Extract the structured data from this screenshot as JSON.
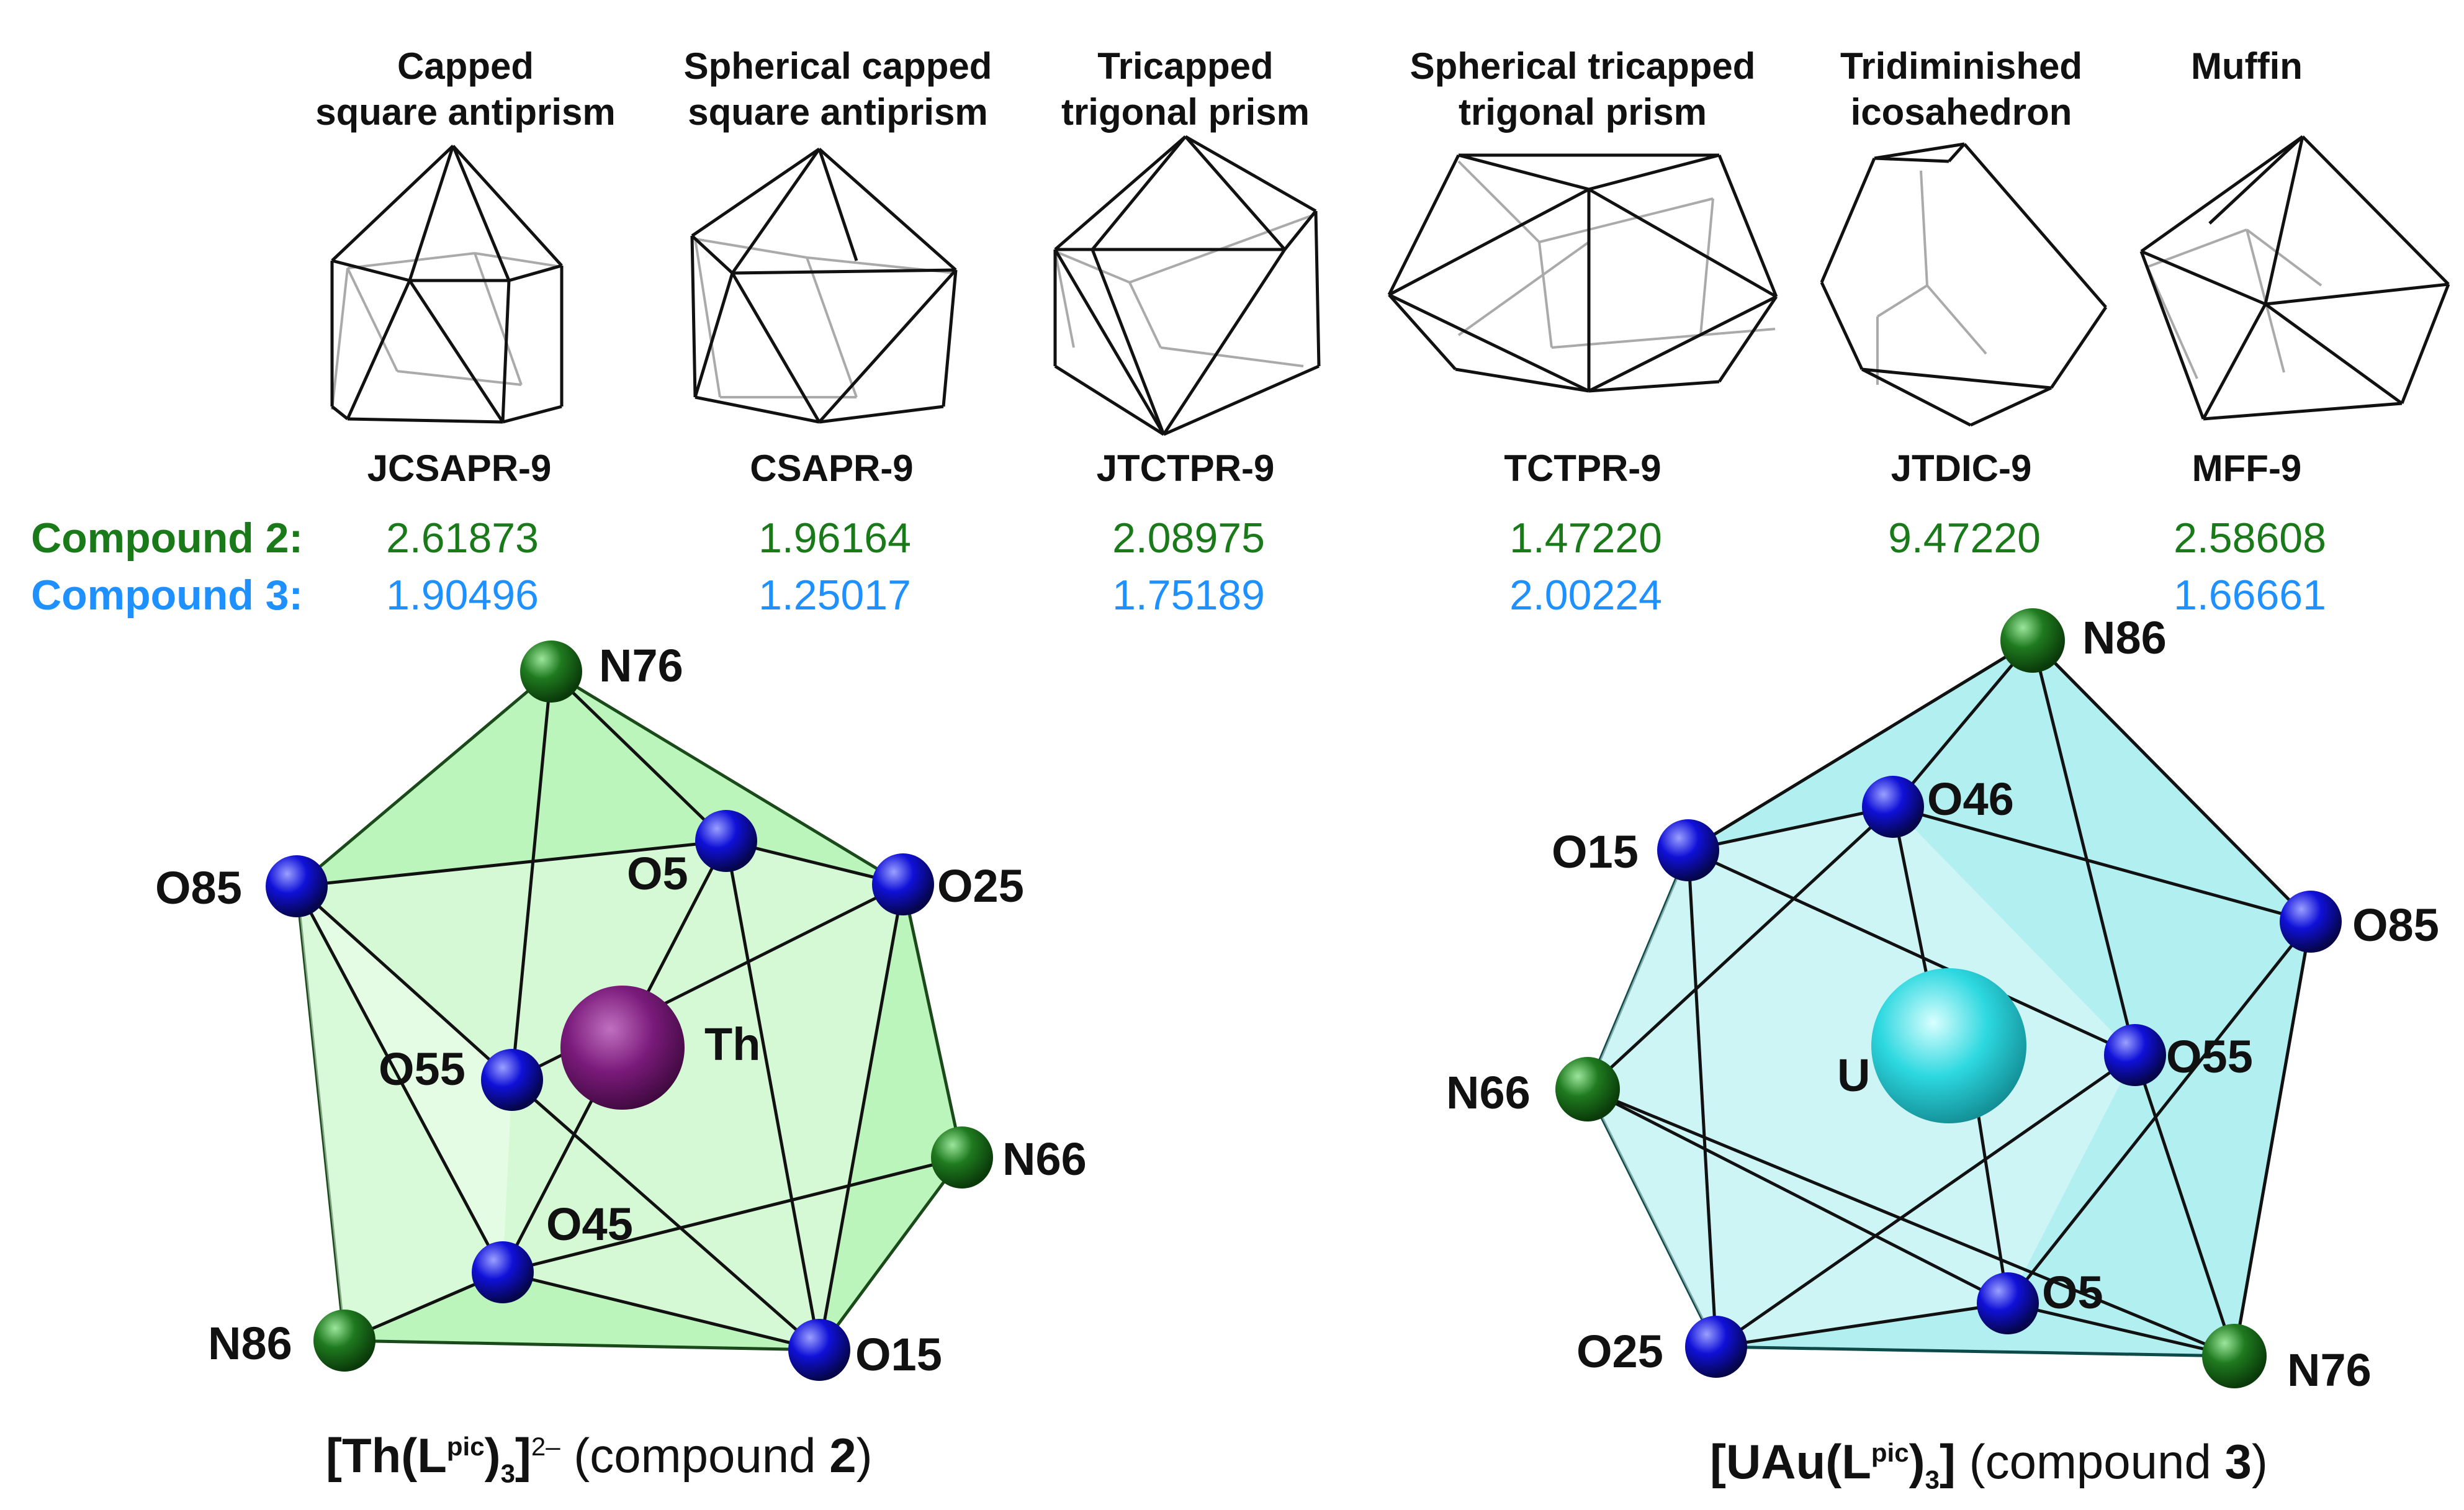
{
  "shapes": [
    {
      "title_lines": [
        "Capped",
        "square antiprism"
      ],
      "code": "JCSAPR-9"
    },
    {
      "title_lines": [
        "Spherical capped",
        "square antiprism"
      ],
      "code": "CSAPR-9"
    },
    {
      "title_lines": [
        "Tricapped",
        "trigonal prism"
      ],
      "code": "JTCTPR-9"
    },
    {
      "title_lines": [
        "Spherical tricapped",
        "trigonal prism"
      ],
      "code": "TCTPR-9"
    },
    {
      "title_lines": [
        "Tridiminished",
        "icosahedron"
      ],
      "code": "JTDIC-9"
    },
    {
      "title_lines": [
        "Muffin",
        ""
      ],
      "code": "MFF-9"
    }
  ],
  "rows": {
    "compound2": {
      "label": "Compound 2:",
      "color": "#1a7a1a",
      "values": [
        "2.61873",
        "1.96164",
        "2.08975",
        "1.47220",
        "9.47220",
        "2.58608"
      ]
    },
    "compound3": {
      "label": "Compound 3:",
      "color": "#1e90ff",
      "values": [
        "1.90496",
        "1.25017",
        "1.75189",
        "2.00224",
        "",
        "1.66661"
      ]
    }
  },
  "structure_left": {
    "metal": "Th",
    "atoms": [
      "N76",
      "O85",
      "O5",
      "O25",
      "O55",
      "N66",
      "O45",
      "N86",
      "O15"
    ],
    "caption": {
      "formula_main": "[Th(L",
      "formula_sup": "pic",
      "formula_close": ")",
      "formula_sub": "3",
      "formula_bracket": "]",
      "formula_charge": "2–",
      "text_before": " (compound ",
      "compound_num": "2",
      "text_after": ")"
    },
    "fill_color": "#90ee90",
    "metal_color": "#7a1a7a"
  },
  "structure_right": {
    "metal": "U",
    "atoms": [
      "N86",
      "O46",
      "O15",
      "O85",
      "N66",
      "O55",
      "O5",
      "O25",
      "N76"
    ],
    "caption": {
      "formula_main": "[UAu(L",
      "formula_sup": "pic",
      "formula_close": ")",
      "formula_sub": "3",
      "formula_bracket": "]",
      "text_before": " (compound ",
      "compound_num": "3",
      "text_after": ")"
    },
    "fill_color": "#7fe5e8",
    "metal_color": "#2dd8e0"
  },
  "colors": {
    "nitrogen": "#1f7a1f",
    "oxygen": "#1010d8"
  }
}
